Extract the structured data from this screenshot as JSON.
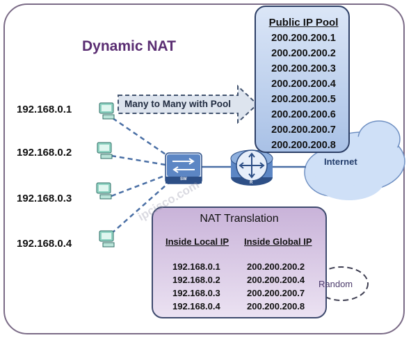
{
  "title": "Dynamic NAT",
  "hosts": [
    "192.168.0.1",
    "192.168.0.2",
    "192.168.0.3",
    "192.168.0.4"
  ],
  "arrow_label": "Many to Many with Pool",
  "public_pool": {
    "title": "Public IP Pool",
    "addresses": [
      "200.200.200.1",
      "200.200.200.2",
      "200.200.200.3",
      "200.200.200.4",
      "200.200.200.5",
      "200.200.200.6",
      "200.200.200.7",
      "200.200.200.8"
    ]
  },
  "nat_table": {
    "title": "NAT Translation",
    "headers": [
      "Inside Local IP",
      "Inside Global IP"
    ],
    "rows": [
      [
        "192.168.0.1",
        "200.200.200.2"
      ],
      [
        "192.168.0.2",
        "200.200.200.4"
      ],
      [
        "192.168.0.3",
        "200.200.200.7"
      ],
      [
        "192.168.0.4",
        "200.200.200.8"
      ]
    ]
  },
  "random_label": "Random",
  "internet_label": "Internet",
  "switch_label": "SW",
  "router_label": "R",
  "watermark": "ipcisco.com",
  "colors": {
    "title": "#5a2d72",
    "pool_fill": "#a9c1e6",
    "nat_fill": "#c9b3d9",
    "link": "#4a6fa5",
    "cloud": "#cfe0f7",
    "arrow_fill": "#dde4ee"
  }
}
